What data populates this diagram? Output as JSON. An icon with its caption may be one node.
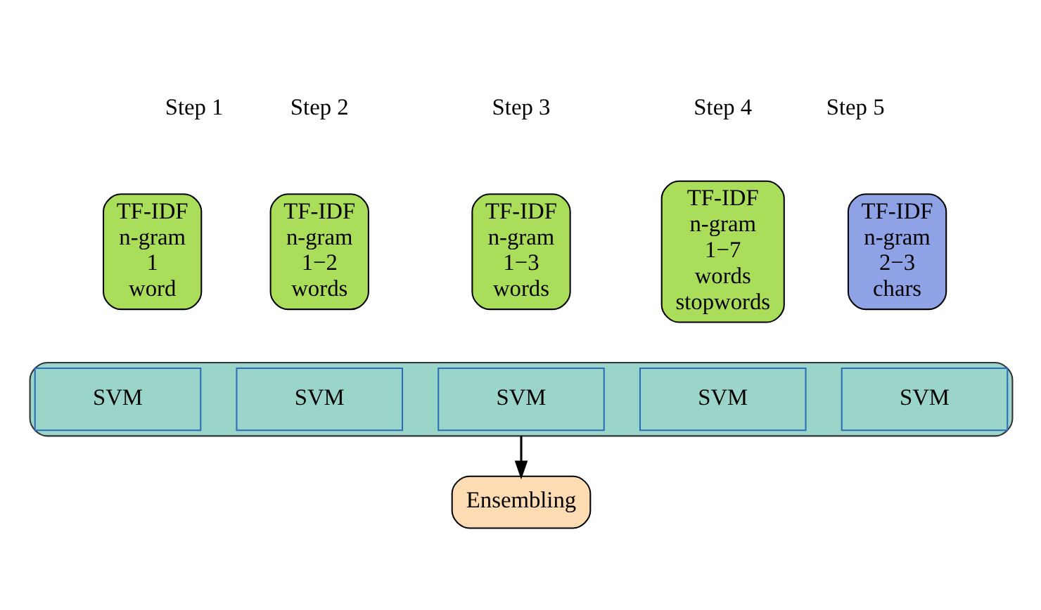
{
  "diagram": {
    "nodes": [
      {
        "text": [
          "TF-IDF",
          "n-gram",
          "1",
          "word"
        ]
      },
      {
        "text": [
          "TF-IDF",
          "n-gram",
          "1−2",
          "words"
        ]
      },
      {
        "text": [
          "TF-IDF",
          "n-gram",
          "1−3",
          "words"
        ]
      },
      {
        "text": [
          "TF-IDF",
          "n-gram",
          "1−7",
          "words",
          "stopwords"
        ]
      },
      {
        "text": [
          "TF-IDF",
          "n-gram",
          "2−3",
          "chars"
        ]
      },
      {
        "text": [],
        "shape": "box"
      },
      {
        "text": [
          "SVM"
        ],
        "in": 5
      },
      {
        "text": [
          "SVM"
        ],
        "in": 5
      },
      {
        "text": [
          "SVM"
        ],
        "in": 5
      },
      {
        "text": [
          "SVM"
        ],
        "in": 5
      },
      {
        "text": [
          "SVM"
        ],
        "in": 5
      },
      {
        "text": [
          "Ensembling"
        ]
      }
    ],
    "edges": [
      {
        "from": 5,
        "to": 11,
        "arrow": "to"
      }
    ],
    "labels": [
      "Step 1",
      "Step 2",
      "Step 3",
      "Step 4",
      "Step 5"
    ]
  }
}
